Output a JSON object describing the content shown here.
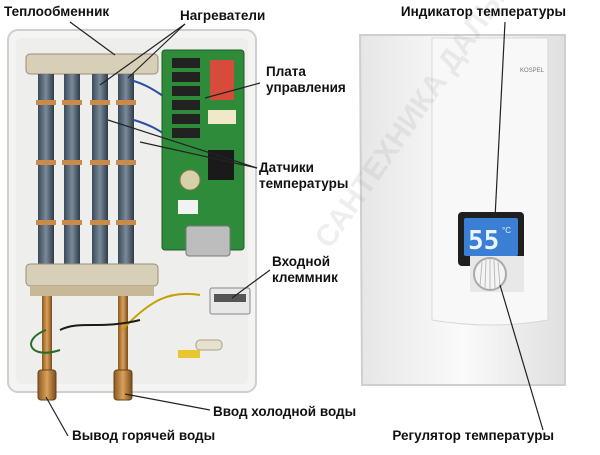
{
  "labels": {
    "heat_exchanger": "Теплообменник",
    "heaters": "Нагреватели",
    "control_board_line1": "Плата",
    "control_board_line2": "управления",
    "sensors_line1": "Датчики",
    "sensors_line2": "температуры",
    "terminal_line1": "Входной",
    "terminal_line2": "клеммник",
    "cold_water_inlet": "Ввод холодной воды",
    "hot_water_outlet": "Вывод горячей воды",
    "temp_indicator": "Индикатор температуры",
    "temp_regulator": "Регулятор температуры"
  },
  "display": {
    "value": "55",
    "unit": "°C"
  },
  "watermark": "САНТЕХНИКА ДАЛЬНО",
  "brand": "KOSPEL",
  "colors": {
    "pcb": "#2e8b3a",
    "display_bg": "#3b7fd4",
    "body": "#f2f2f2",
    "leader_lines": "#222222"
  }
}
